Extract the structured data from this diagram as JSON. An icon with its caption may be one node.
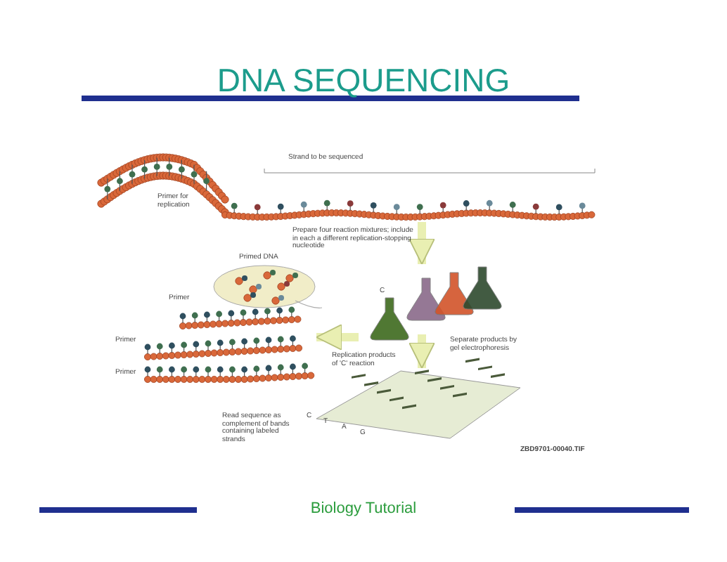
{
  "diagram": {
    "title": "DNA SEQUENCING",
    "caption": "Biology Tutorial",
    "nodes": [
      {
        "text": [
          "Strand to be sequenced",
          "Primer for replication"
        ]
      },
      {
        "text": [
          "C"
        ]
      },
      {
        "text": [],
        "shape": "picture",
        "beside": [
          "Primed DNA"
        ]
      },
      {
        "text": [],
        "shape": "picture",
        "beside": [
          "Primer",
          "Primer",
          "Primer"
        ]
      },
      {
        "text": [],
        "shape": "picture",
        "beside": [
          "C",
          "T",
          "A",
          "G",
          "Read sequence as complement of bands containing labeled strands"
        ]
      }
    ],
    "edges": [
      {
        "from": 0,
        "to": 1,
        "arrow": "to"
      },
      {
        "from": 1,
        "to": 3,
        "arrow": "to"
      },
      {
        "from": 1,
        "to": 4,
        "arrow": "to"
      }
    ],
    "labels": [
      "Prepare four reaction mixtures; include in each a different replication-stopping nucleotide",
      "Replication products of 'C' reaction",
      "Separate products by gel electrophoresis",
      "ZBD9701-00040.TIF"
    ]
  }
}
